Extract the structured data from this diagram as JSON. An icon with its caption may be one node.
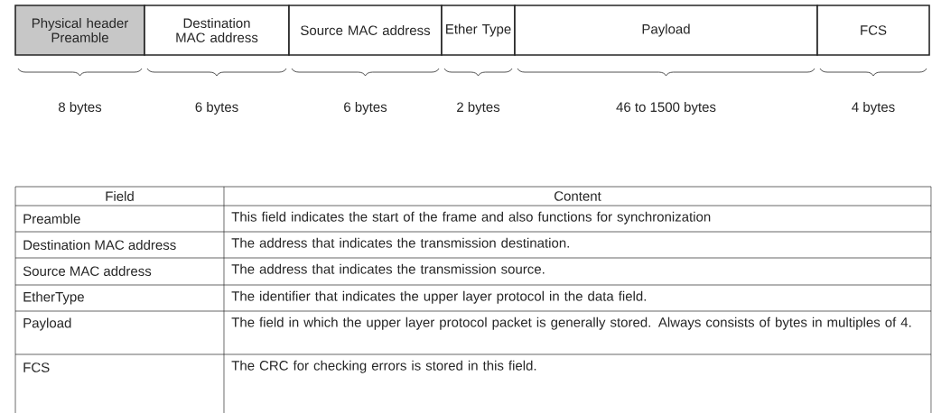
{
  "diagram": {
    "nodes": [
      {
        "text": [
          "Physical header Preamble"
        ],
        "beside": [
          "8 bytes"
        ]
      },
      {
        "text": [
          "Destination MAC address"
        ],
        "beside": [
          "6 bytes"
        ]
      },
      {
        "text": [
          "Source MAC address"
        ],
        "beside": [
          "6 bytes"
        ]
      },
      {
        "text": [
          "Ether Type"
        ],
        "beside": [
          "2 bytes"
        ]
      },
      {
        "text": [
          "Payload"
        ],
        "beside": [
          "46 to 1500 bytes"
        ]
      },
      {
        "text": [
          "FCS"
        ],
        "beside": [
          "4 bytes"
        ]
      }
    ],
    "labels": [
      "Field",
      "Content",
      "Preamble",
      "This field indicates the start of the frame and also functions for synchronization",
      "Destination MAC address",
      "The address that indicates the transmission destination.",
      "Source MAC address",
      "The address that indicates the transmission source.",
      "EtherType",
      "The identifier that indicates the upper layer protocol in the data field.",
      "Payload",
      "The field in which the upper layer protocol packet is generally stored. Always consists of bytes in multiples of 4.",
      "FCS",
      "The CRC for checking errors is stored in this field."
    ]
  }
}
